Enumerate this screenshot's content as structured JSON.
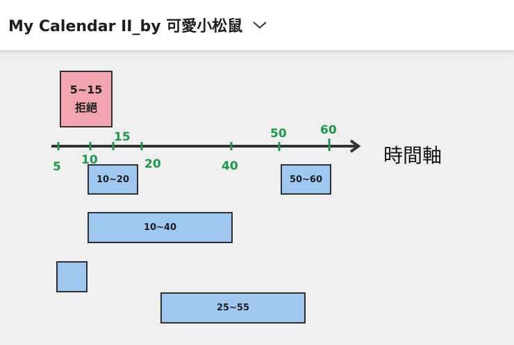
{
  "header": {
    "title": "My Calendar II_by 可愛小松鼠"
  },
  "timeline": {
    "axis_title": "時間軸",
    "ticks": [
      "5",
      "10",
      "15",
      "20",
      "40",
      "50",
      "60"
    ]
  },
  "rejected_box": {
    "range": "5~15",
    "status": "拒絕"
  },
  "bookings": [
    "10~20",
    "50~60",
    "10~40",
    "25~55"
  ],
  "colors": {
    "booking_fill": "#9ec8f0",
    "rejected_fill": "#f2a5ae",
    "tick_green": "#1a9a4a"
  }
}
